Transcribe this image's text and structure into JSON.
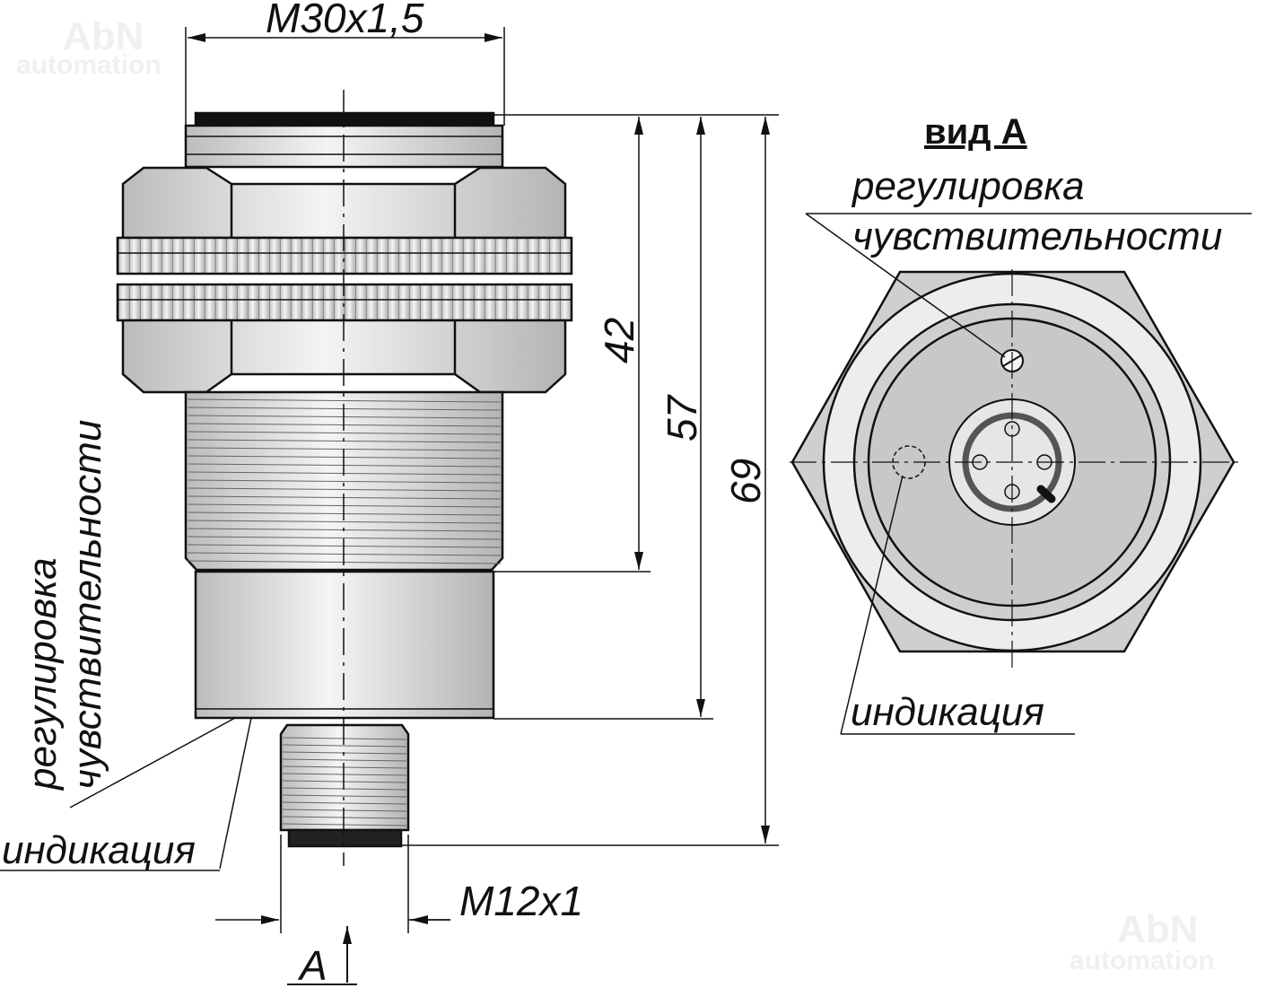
{
  "watermark": {
    "brand": "AbN",
    "sub": "automation"
  },
  "dimensions": {
    "thread_main": "M30x1,5",
    "thread_connector": "M12x1",
    "length_thread": "42",
    "length_body": "57",
    "length_total": "69"
  },
  "labels": {
    "view_title": "вид А",
    "view_marker": "A",
    "sensitivity_line1": "регулировка",
    "sensitivity_line2": "чувствительности",
    "indication": "индикация"
  },
  "colors": {
    "metal": "#d8d8d8",
    "line": "#111111",
    "ring": "#555555"
  }
}
